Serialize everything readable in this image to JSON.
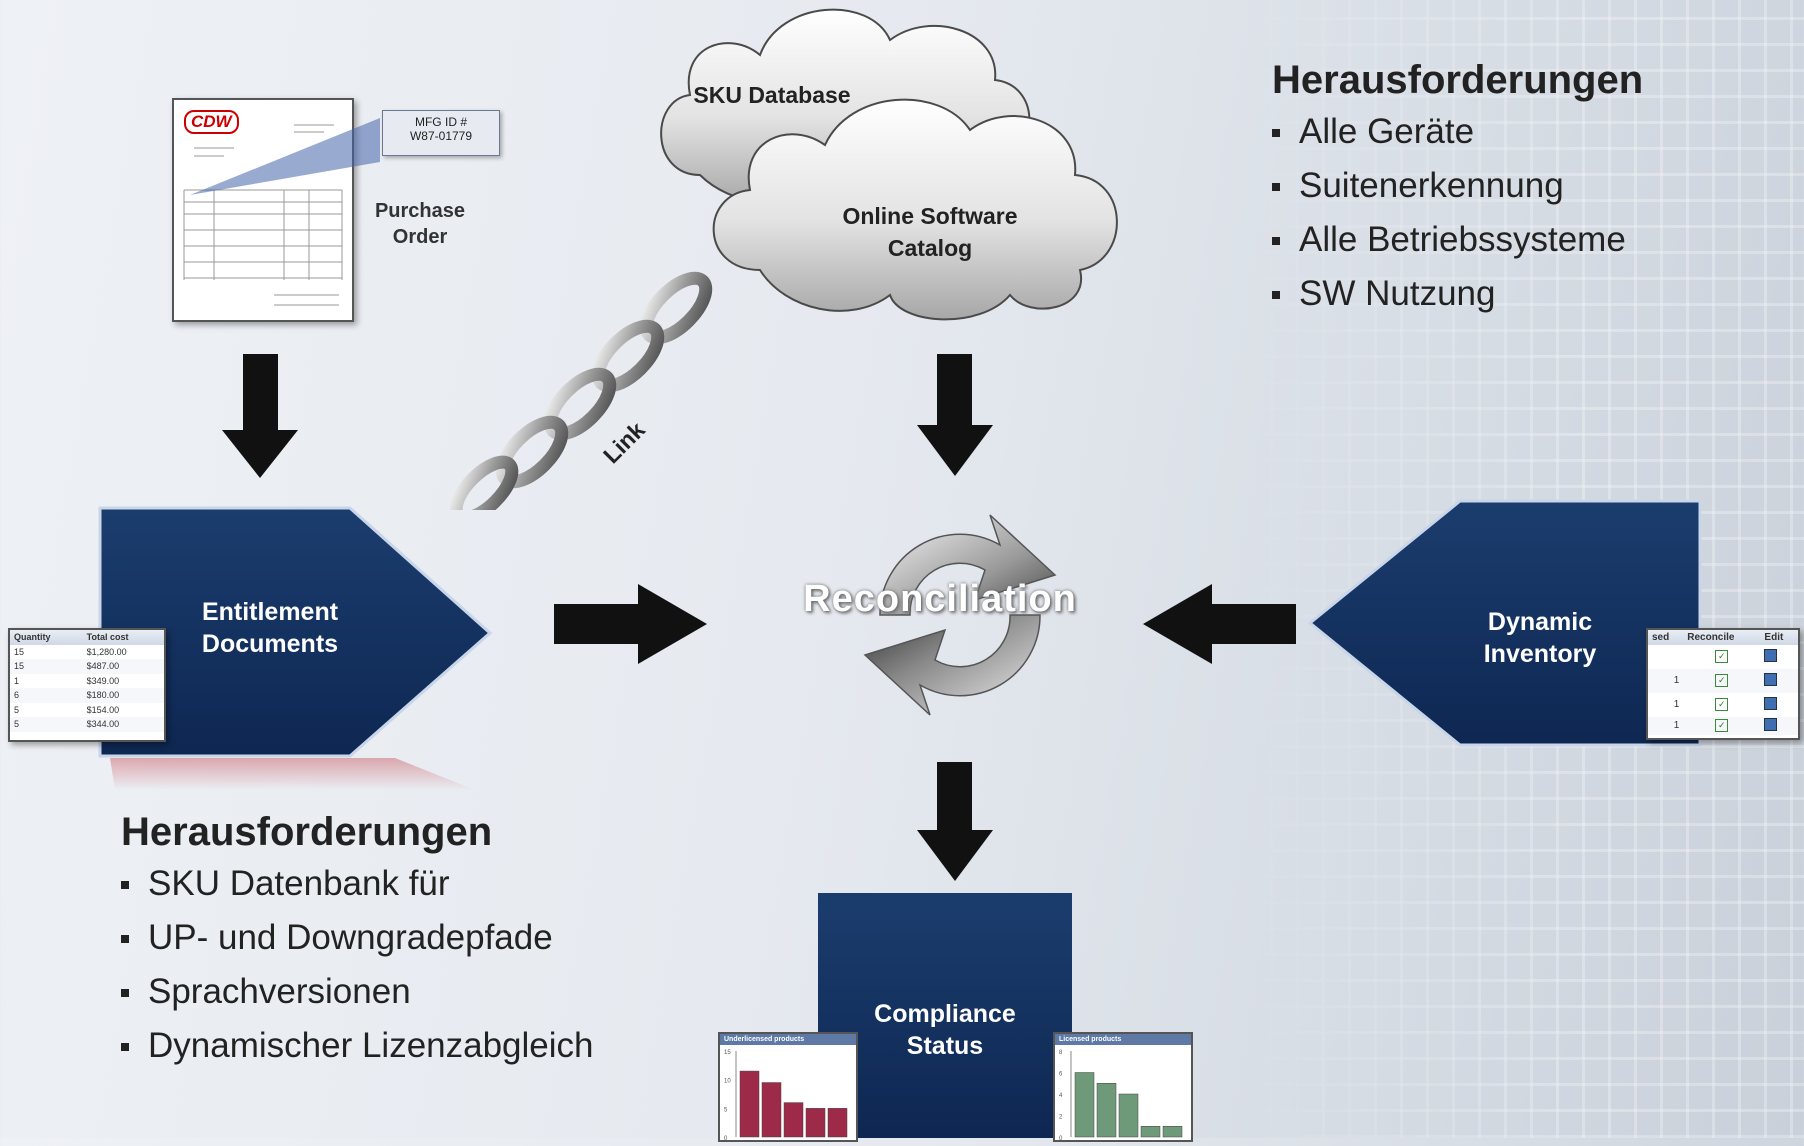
{
  "purchase_order": {
    "brand": "CDW",
    "mfg_label_line1": "MFG ID #",
    "mfg_label_line2": "W87-01779",
    "label_line1": "Purchase",
    "label_line2": "Order"
  },
  "link_label": "Link",
  "clouds": {
    "back": "SKU Database",
    "front_line1": "Online Software",
    "front_line2": "Catalog"
  },
  "reconciliation_label": "Reconciliation",
  "entitlement": {
    "line1": "Entitlement",
    "line2": "Documents"
  },
  "inventory": {
    "line1": "Dynamic",
    "line2": "Inventory"
  },
  "compliance": {
    "line1": "Compliance",
    "line2": "Status"
  },
  "entitlement_table": {
    "headers": [
      "Quantity",
      "Total cost"
    ],
    "rows": [
      [
        "15",
        "$1,280.00"
      ],
      [
        "15",
        "$487.00"
      ],
      [
        "1",
        "$349.00"
      ],
      [
        "6",
        "$180.00"
      ],
      [
        "5",
        "$154.00"
      ],
      [
        "5",
        "$344.00"
      ]
    ]
  },
  "inventory_table": {
    "headers": [
      "sed",
      "Reconcile",
      "Edit"
    ],
    "rows": [
      [
        "",
        ""
      ],
      [
        "1",
        ""
      ],
      [
        "1",
        ""
      ],
      [
        "1",
        ""
      ]
    ]
  },
  "challenges_top": {
    "title": "Herausforderungen",
    "items": [
      "Alle Geräte",
      "Suitenerkennung",
      "Alle Betriebssysteme",
      "SW Nutzung"
    ]
  },
  "challenges_bottom": {
    "title": "Herausforderungen",
    "items": [
      "SKU Datenbank für",
      "UP- und Downgradepfade",
      "Sprachversionen",
      "Dynamischer Lizenzabgleich"
    ]
  },
  "chart_data": [
    {
      "type": "bar",
      "title": "Underlicensed products",
      "yticks": [
        "15",
        "10",
        "5",
        "0"
      ],
      "ylim": [
        0,
        15
      ],
      "values": [
        11.5,
        9.5,
        6,
        5,
        5
      ],
      "color": "#9e2a4a"
    },
    {
      "type": "bar",
      "title": "Licensed products",
      "yticks": [
        "8",
        "6",
        "4",
        "2",
        "0"
      ],
      "ylim": [
        0,
        8
      ],
      "values": [
        6,
        5,
        4,
        1,
        1
      ],
      "color": "#6f9a79"
    }
  ]
}
